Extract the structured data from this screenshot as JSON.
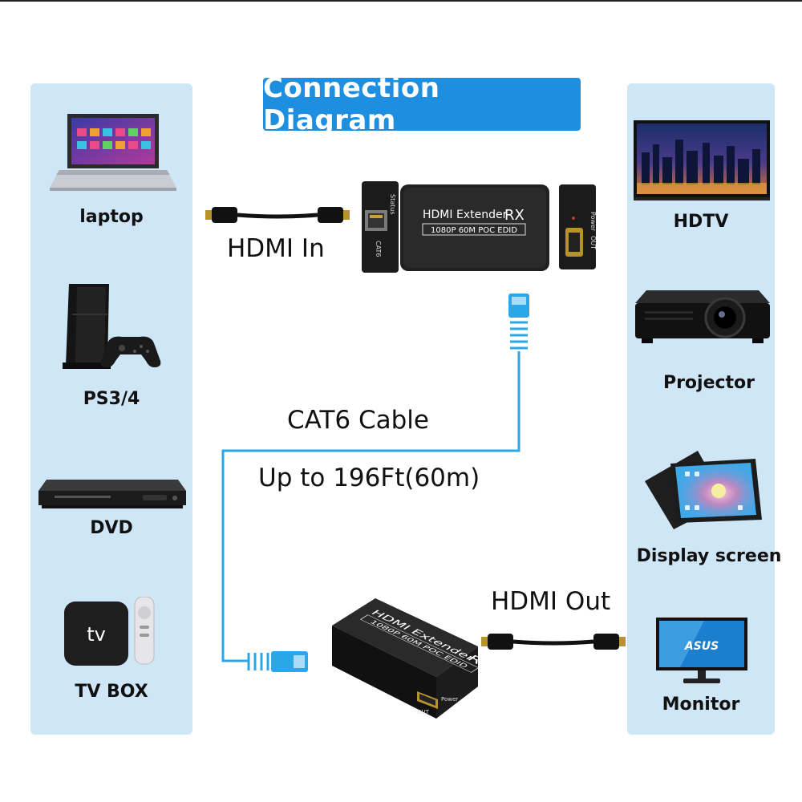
{
  "title": "Connection Diagram",
  "sources": [
    {
      "label": "laptop",
      "icon": "laptop-icon"
    },
    {
      "label": "PS3/4",
      "icon": "game-console-icon"
    },
    {
      "label": "DVD",
      "icon": "dvd-player-icon"
    },
    {
      "label": "TV BOX",
      "icon": "tv-box-icon",
      "badge": "tv"
    }
  ],
  "displays": [
    {
      "label": "HDTV",
      "icon": "hdtv-icon"
    },
    {
      "label": "Projector",
      "icon": "projector-icon"
    },
    {
      "label": "Display screen",
      "icon": "tablet-display-icon"
    },
    {
      "label": "Monitor",
      "icon": "monitor-icon",
      "screen_text": "ASUS"
    }
  ],
  "labels": {
    "hdmi_in": "HDMI In",
    "hdmi_out": "HDMI Out",
    "cable": "CAT6 Cable",
    "distance": "Up to 196Ft(60m)"
  },
  "device": {
    "name": "HDMI Extender",
    "model": "RX",
    "spec": "1080P 60M POC EDID",
    "port_cat6": "CAT6",
    "port_status": "Status",
    "port_out": "OUT",
    "port_power": "Power"
  },
  "colors": {
    "panel": "#cfe6f7",
    "title_bg": "#1e8fe0",
    "cable": "#2aa7e8"
  }
}
